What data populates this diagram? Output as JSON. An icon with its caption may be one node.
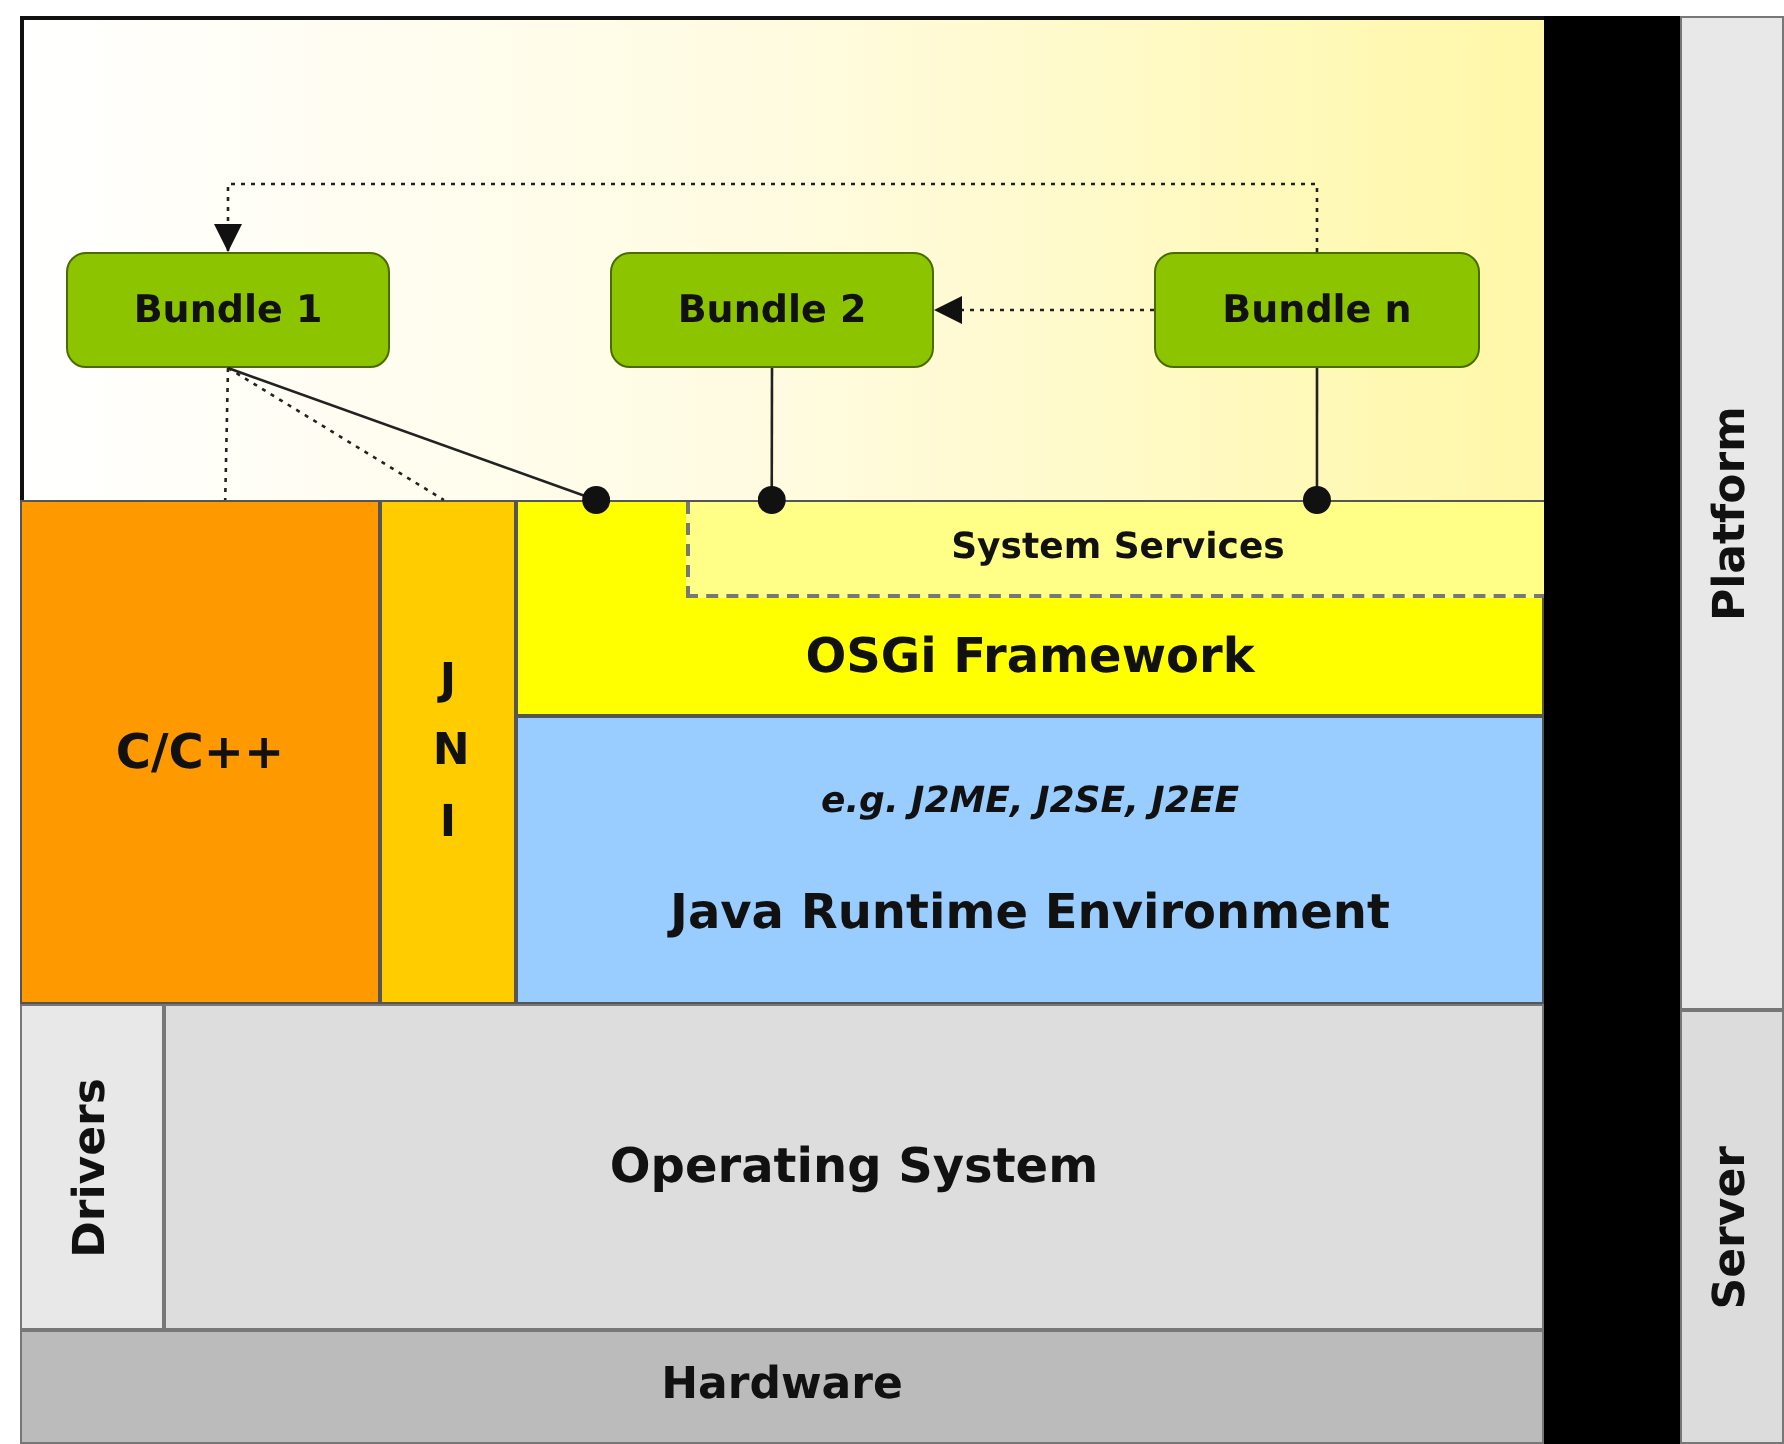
{
  "diagram": {
    "nodes": [
      {
        "text": [
          "Bundle 1"
        ]
      },
      {
        "text": [
          "Bundle 2"
        ]
      },
      {
        "text": [
          "Bundle n"
        ]
      },
      {
        "text": [
          "OSGi Framework"
        ]
      },
      {
        "text": [
          "System Services"
        ],
        "in": 3
      },
      {
        "text": [
          "C/C++"
        ]
      },
      {
        "text": [
          "J N I"
        ]
      },
      {
        "text": [
          "e.g. J2ME, J2SE, J2EE",
          "Java Runtime Environment"
        ]
      },
      {
        "text": [
          "Drivers"
        ]
      },
      {
        "text": [
          "Operating System"
        ]
      },
      {
        "text": [
          "Hardware"
        ]
      },
      {
        "text": [
          "Platform"
        ]
      },
      {
        "text": [
          "Server"
        ]
      },
      {
        "text": [],
        "shape": "bar"
      }
    ],
    "edges": [
      {
        "from": 2,
        "to": 0,
        "arrow": "to",
        "style": "dashed"
      },
      {
        "from": 2,
        "to": 1,
        "arrow": "to",
        "style": "dashed"
      },
      {
        "from": 0,
        "to": 3,
        "arrow": "other"
      },
      {
        "from": 1,
        "to": 4,
        "arrow": "other"
      },
      {
        "from": 2,
        "to": 4,
        "arrow": "other"
      },
      {
        "from": 0,
        "to": 5,
        "arrow": "none",
        "style": "dashed"
      },
      {
        "from": 0,
        "to": 6,
        "arrow": "none",
        "style": "dashed"
      }
    ]
  }
}
